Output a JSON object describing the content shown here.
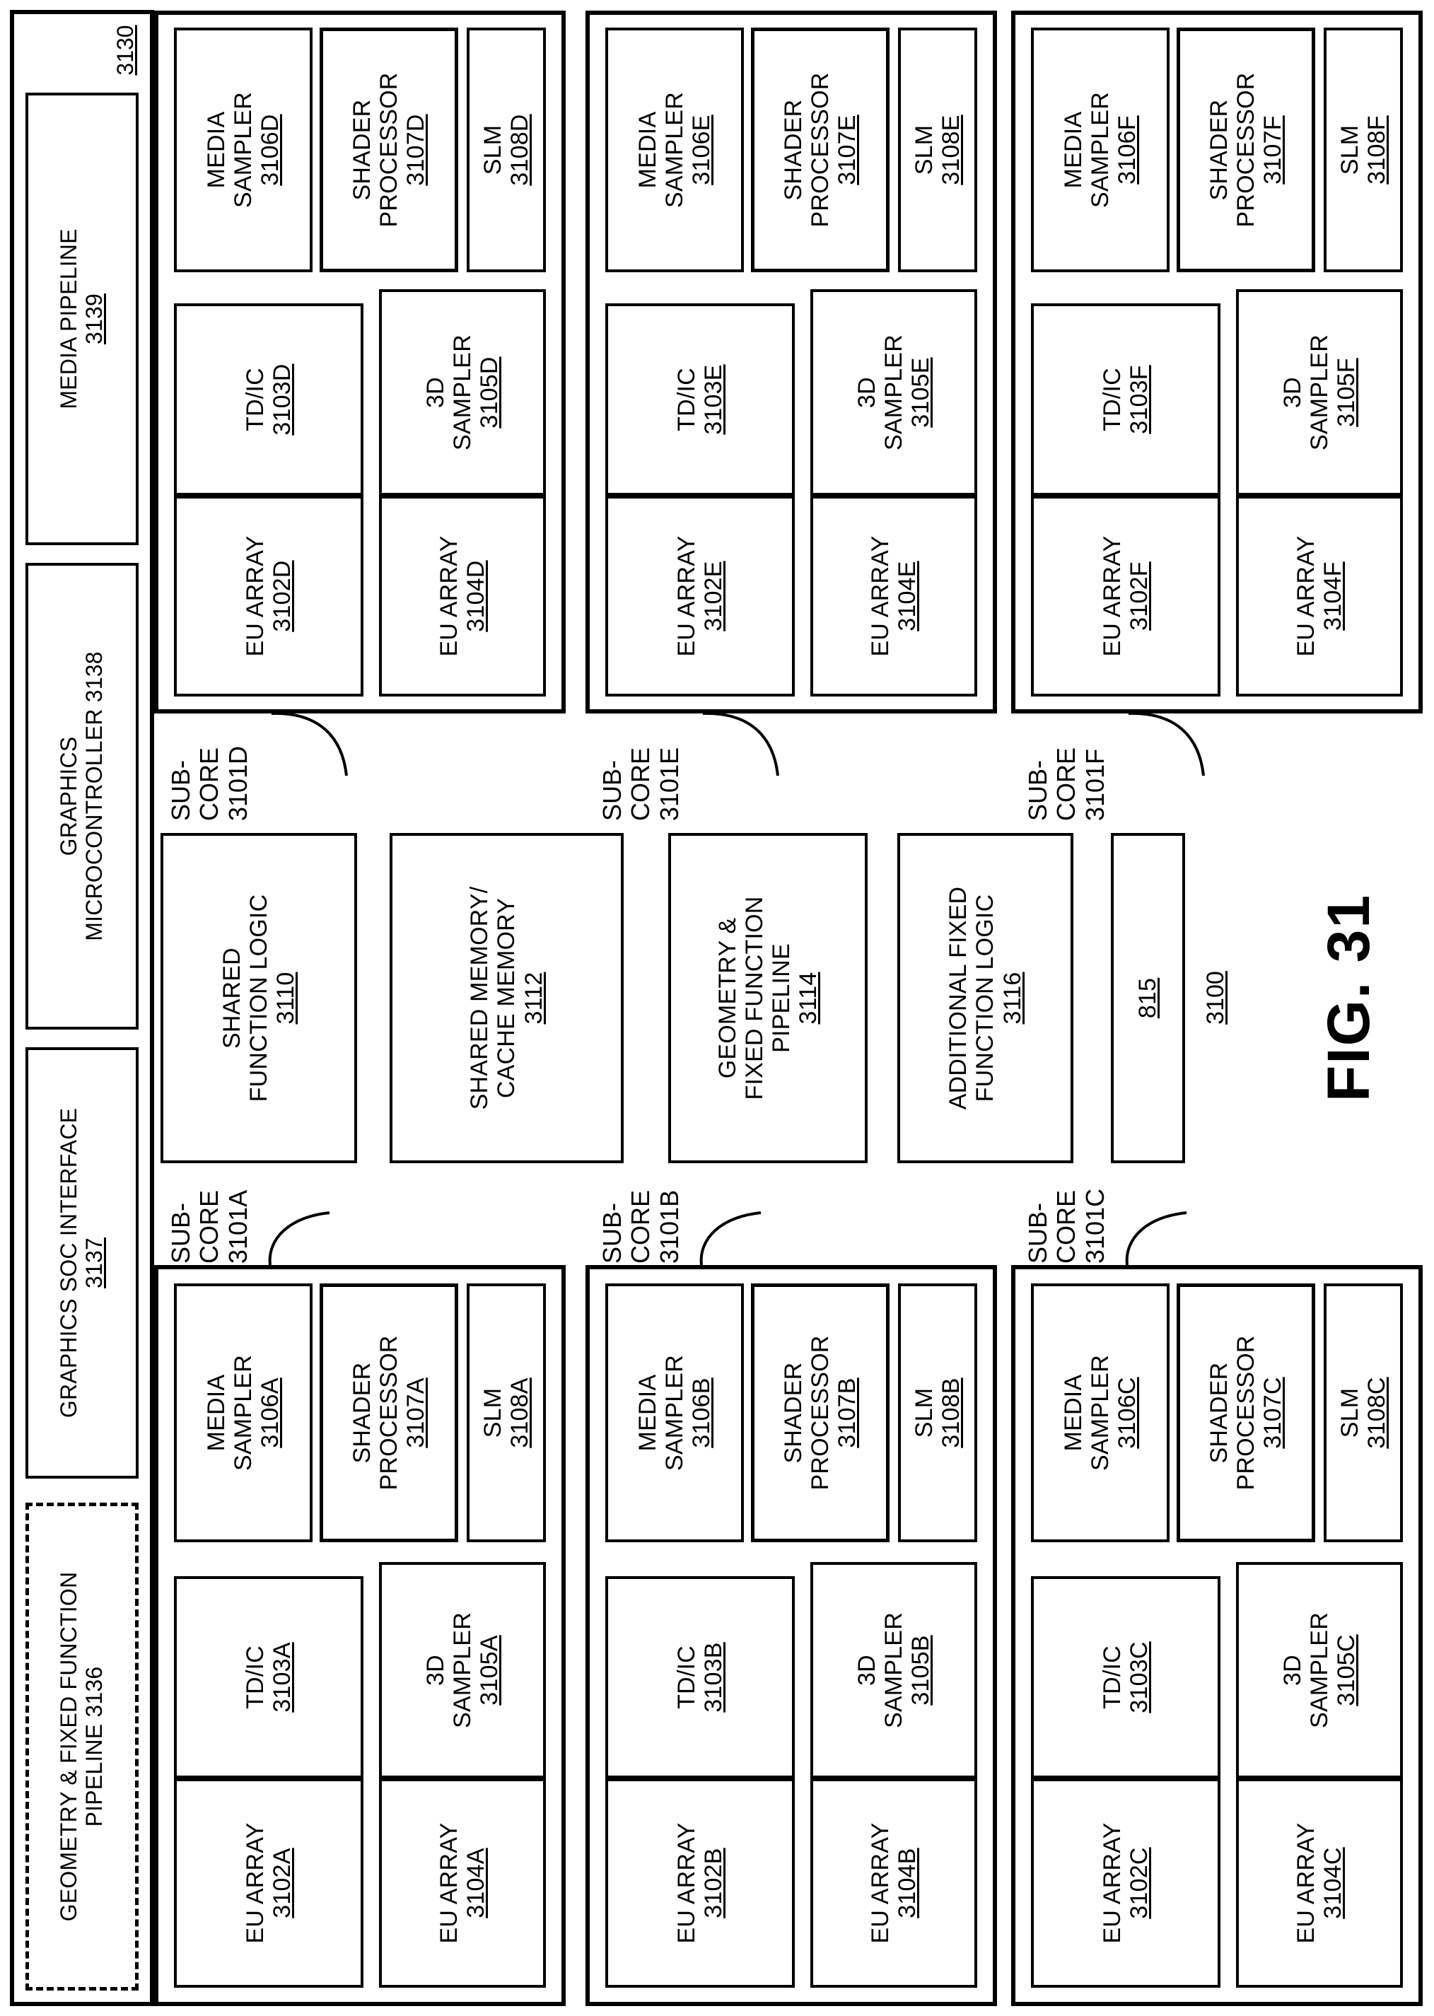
{
  "figure": {
    "title": "FIG. 31",
    "top_ref": "3100",
    "graphics_core_ref": "3130",
    "shared_ref_815": "815"
  },
  "top_bar": {
    "soc_interface": {
      "label": "GRAPHICS SOC INTERFACE",
      "ref": "3137"
    },
    "microcontroller": {
      "label": "GRAPHICS MICROCONTROLLER 3138"
    },
    "media_pipeline": {
      "label": "MEDIA PIPELINE",
      "ref": "3139"
    },
    "geometry_fixed_function_pipeline_dashed": {
      "label": "GEOMETRY & FIXED FUNCTION PIPELINE 3136"
    }
  },
  "shared_blocks": [
    {
      "name": "shared-function-logic",
      "line1": "SHARED",
      "line2": "FUNCTION LOGIC",
      "ref": "3110"
    },
    {
      "name": "shared-memory-cache-memory",
      "line1": "SHARED MEMORY/",
      "line2": "CACHE MEMORY",
      "ref": "3112"
    },
    {
      "name": "geometry-fixed-function-pipeline",
      "line1": "GEOMETRY &",
      "line2": "FIXED FUNCTION",
      "line3": "PIPELINE",
      "ref": "3114"
    },
    {
      "name": "additional-fixed-function-logic",
      "line1": "ADDITIONAL FIXED",
      "line2": "FUNCTION LOGIC",
      "ref": "3116"
    }
  ],
  "sub_core_labels": {
    "line1": "SUB-",
    "line2": "CORE"
  },
  "sub_cores": [
    {
      "id": "3101A",
      "ref": "3101A",
      "eu_array_1": {
        "label": "EU ARRAY",
        "ref": "3102A"
      },
      "td_ic": {
        "label": "TD/IC",
        "ref": "3103A"
      },
      "eu_array_2": {
        "label": "EU ARRAY",
        "ref": "3104A"
      },
      "sampler_3d": {
        "line1": "3D",
        "line2": "SAMPLER",
        "ref": "3105A"
      },
      "media_sampler": {
        "line1": "MEDIA",
        "line2": "SAMPLER",
        "ref": "3106A"
      },
      "shader_processor": {
        "line1": "SHADER",
        "line2": "PROCESSOR",
        "ref": "3107A"
      },
      "slm": {
        "label": "SLM",
        "ref": "3108A"
      }
    },
    {
      "id": "3101B",
      "ref": "3101B",
      "eu_array_1": {
        "label": "EU ARRAY",
        "ref": "3102B"
      },
      "td_ic": {
        "label": "TD/IC",
        "ref": "3103B"
      },
      "eu_array_2": {
        "label": "EU ARRAY",
        "ref": "3104B"
      },
      "sampler_3d": {
        "line1": "3D",
        "line2": "SAMPLER",
        "ref": "3105B"
      },
      "media_sampler": {
        "line1": "MEDIA",
        "line2": "SAMPLER",
        "ref": "3106B"
      },
      "shader_processor": {
        "line1": "SHADER",
        "line2": "PROCESSOR",
        "ref": "3107B"
      },
      "slm": {
        "label": "SLM",
        "ref": "3108B"
      }
    },
    {
      "id": "3101C",
      "ref": "3101C",
      "eu_array_1": {
        "label": "EU ARRAY",
        "ref": "3102C"
      },
      "td_ic": {
        "label": "TD/IC",
        "ref": "3103C"
      },
      "eu_array_2": {
        "label": "EU ARRAY",
        "ref": "3104C"
      },
      "sampler_3d": {
        "line1": "3D",
        "line2": "SAMPLER",
        "ref": "3105C"
      },
      "media_sampler": {
        "line1": "MEDIA",
        "line2": "SAMPLER",
        "ref": "3106C"
      },
      "shader_processor": {
        "line1": "SHADER",
        "line2": "PROCESSOR",
        "ref": "3107C"
      },
      "slm": {
        "label": "SLM",
        "ref": "3108C"
      }
    },
    {
      "id": "3101D",
      "ref": "3101D",
      "eu_array_1": {
        "label": "EU ARRAY",
        "ref": "3102D"
      },
      "td_ic": {
        "label": "TD/IC",
        "ref": "3103D"
      },
      "eu_array_2": {
        "label": "EU ARRAY",
        "ref": "3104D"
      },
      "sampler_3d": {
        "line1": "3D",
        "line2": "SAMPLER",
        "ref": "3105D"
      },
      "media_sampler": {
        "line1": "MEDIA",
        "line2": "SAMPLER",
        "ref": "3106D"
      },
      "shader_processor": {
        "line1": "SHADER",
        "line2": "PROCESSOR",
        "ref": "3107D"
      },
      "slm": {
        "label": "SLM",
        "ref": "3108D"
      }
    },
    {
      "id": "3101E",
      "ref": "3101E",
      "eu_array_1": {
        "label": "EU ARRAY",
        "ref": "3102E"
      },
      "td_ic": {
        "label": "TD/IC",
        "ref": "3103E"
      },
      "eu_array_2": {
        "label": "EU ARRAY",
        "ref": "3104E"
      },
      "sampler_3d": {
        "line1": "3D",
        "line2": "SAMPLER",
        "ref": "3105E"
      },
      "media_sampler": {
        "line1": "MEDIA",
        "line2": "SAMPLER",
        "ref": "3106E"
      },
      "shader_processor": {
        "line1": "SHADER",
        "line2": "PROCESSOR",
        "ref": "3107E"
      },
      "slm": {
        "label": "SLM",
        "ref": "3108E"
      }
    },
    {
      "id": "3101F",
      "ref": "3101F",
      "eu_array_1": {
        "label": "EU ARRAY",
        "ref": "3102F"
      },
      "td_ic": {
        "label": "TD/IC",
        "ref": "3103F"
      },
      "eu_array_2": {
        "label": "EU ARRAY",
        "ref": "3104F"
      },
      "sampler_3d": {
        "line1": "3D",
        "line2": "SAMPLER",
        "ref": "3105F"
      },
      "media_sampler": {
        "line1": "MEDIA",
        "line2": "SAMPLER",
        "ref": "3106F"
      },
      "shader_processor": {
        "line1": "SHADER",
        "line2": "PROCESSOR",
        "ref": "3107F"
      },
      "slm": {
        "label": "SLM",
        "ref": "3108F"
      }
    }
  ]
}
